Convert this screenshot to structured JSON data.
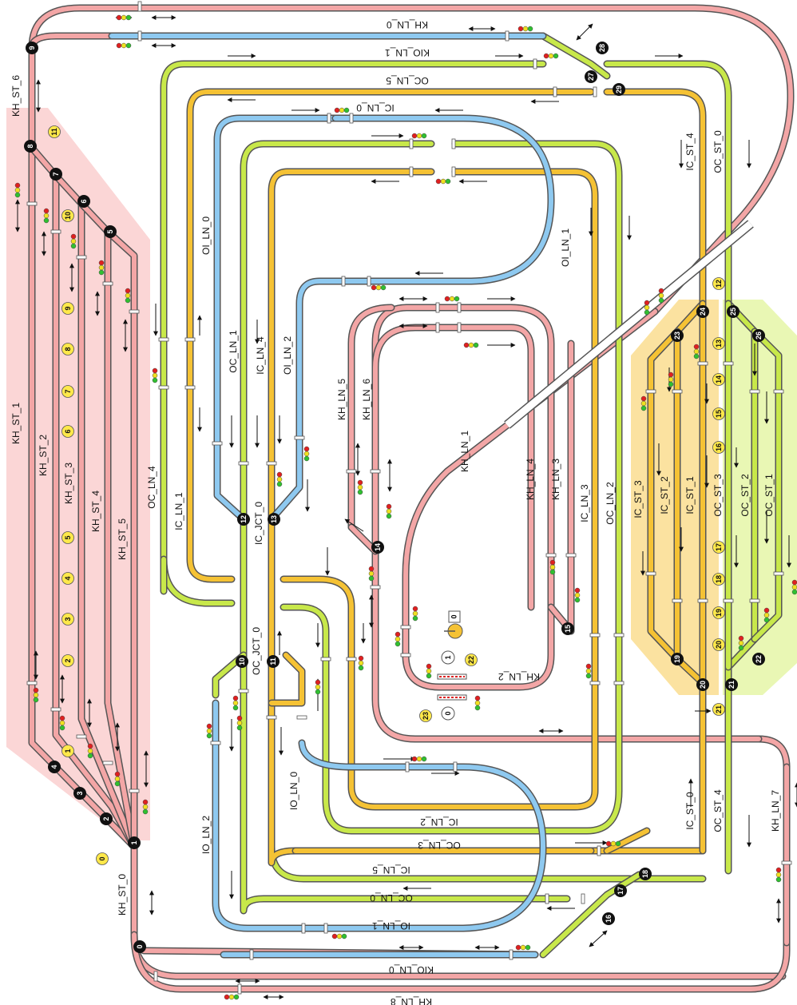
{
  "colors": {
    "kh": "#f3a6a6",
    "oc": "#c8e84a",
    "ic": "#f5c234",
    "oi": "#8ec9f0",
    "kh_zone": "#fbd6d6",
    "ic_zone": "#fbe2a0",
    "oc_zone": "#e9f7b4",
    "outline": "#555555",
    "node_dark": "#111111",
    "node_yellow": "#ffe84a"
  },
  "labels": {
    "KH_ST_6": "KH_ST_6",
    "KH_ST_1": "KH_ST_1",
    "KH_ST_2": "KH_ST_2",
    "KH_ST_3": "KH_ST_3",
    "KH_ST_4": "KH_ST_4",
    "KH_ST_5": "KH_ST_5",
    "KH_ST_0": "KH_ST_0",
    "KH_LN_0_top": "KH_LN_0",
    "KIO_LN_1_top": "KIO_LN_1",
    "OC_LN_5": "OC_LN_5",
    "IC_LN_0": "IC_LN_0",
    "IC_ST_4_top": "IC_ST_4",
    "OC_ST_0_top": "OC_ST_0",
    "OI_LN_0": "OI_LN_0",
    "OI_LN_1": "OI_LN_1",
    "OC_LN_1": "OC_LN_1",
    "IC_LN_4": "IC_LN_4",
    "OI_LN_2": "OI_LN_2",
    "KH_LN_5": "KH_LN_5",
    "KH_LN_6": "KH_LN_6",
    "KH_LN_1": "KH_LN_1",
    "KH_LN_4": "KH_LN_4",
    "KH_LN_3": "KH_LN_3",
    "IC_LN_3": "IC_LN_3",
    "OC_LN_2": "OC_LN_2",
    "OC_LN_4": "OC_LN_4",
    "IC_LN_1": "IC_LN_1",
    "IC_JCT_0": "IC_JCT_0",
    "OC_JCT_0": "OC_JCT_0",
    "IC_ST_3": "IC_ST_3",
    "IC_ST_2": "IC_ST_2",
    "IC_ST_1": "IC_ST_1",
    "OC_ST_3": "OC_ST_3",
    "OC_ST_2": "OC_ST_2",
    "OC_ST_1": "OC_ST_1",
    "KH_LN_2": "KH_LN_2",
    "IO_LN_0": "IO_LN_0",
    "IO_LN_2": "IO_LN_2",
    "IC_LN_2": "IC_LN_2",
    "OC_LN_3": "OC_LN_3",
    "IC_LN_5": "IC_LN_5",
    "OC_LN_0": "OC_LN_0",
    "IO_LN_1": "IO_LN_1",
    "KIO_LN_0": "KIO_LN_0",
    "KH_LN_8": "KH_LN_8",
    "IC_ST_0_bot": "IC_ST_0",
    "OC_ST_4_bot": "OC_ST_4",
    "KH_LN_7": "KH_LN_7"
  },
  "dark_nodes": [
    {
      "id": "n0",
      "label": "0"
    },
    {
      "id": "n1",
      "label": "1"
    },
    {
      "id": "n2",
      "label": "2"
    },
    {
      "id": "n3",
      "label": "3"
    },
    {
      "id": "n4",
      "label": "4"
    },
    {
      "id": "n5",
      "label": "5"
    },
    {
      "id": "n6",
      "label": "6"
    },
    {
      "id": "n7",
      "label": "7"
    },
    {
      "id": "n8",
      "label": "8"
    },
    {
      "id": "n9",
      "label": "9"
    },
    {
      "id": "n10",
      "label": "10"
    },
    {
      "id": "n11",
      "label": "11"
    },
    {
      "id": "n12",
      "label": "12"
    },
    {
      "id": "n13",
      "label": "13"
    },
    {
      "id": "n14",
      "label": "14"
    },
    {
      "id": "n15",
      "label": "15"
    },
    {
      "id": "n16",
      "label": "16"
    },
    {
      "id": "n17",
      "label": "17"
    },
    {
      "id": "n18",
      "label": "18"
    },
    {
      "id": "n19",
      "label": "19"
    },
    {
      "id": "n20",
      "label": "20"
    },
    {
      "id": "n21",
      "label": "21"
    },
    {
      "id": "n22",
      "label": "22"
    },
    {
      "id": "n23",
      "label": "23"
    },
    {
      "id": "n24",
      "label": "24"
    },
    {
      "id": "n25",
      "label": "25"
    },
    {
      "id": "n26",
      "label": "26"
    },
    {
      "id": "n27",
      "label": "27"
    },
    {
      "id": "n28",
      "label": "28"
    },
    {
      "id": "n29",
      "label": "29"
    }
  ],
  "yellow_nodes": [
    {
      "id": "y0",
      "label": "0"
    },
    {
      "id": "y1",
      "label": "1"
    },
    {
      "id": "y2",
      "label": "2"
    },
    {
      "id": "y3",
      "label": "3"
    },
    {
      "id": "y4",
      "label": "4"
    },
    {
      "id": "y5",
      "label": "5"
    },
    {
      "id": "y6",
      "label": "6"
    },
    {
      "id": "y7",
      "label": "7"
    },
    {
      "id": "y8",
      "label": "8"
    },
    {
      "id": "y9",
      "label": "9"
    },
    {
      "id": "y10",
      "label": "10"
    },
    {
      "id": "y11",
      "label": "11"
    },
    {
      "id": "y12",
      "label": "12"
    },
    {
      "id": "y13",
      "label": "13"
    },
    {
      "id": "y14",
      "label": "14"
    },
    {
      "id": "y15",
      "label": "15"
    },
    {
      "id": "y16",
      "label": "16"
    },
    {
      "id": "y17",
      "label": "17"
    },
    {
      "id": "y18",
      "label": "18"
    },
    {
      "id": "y19",
      "label": "19"
    },
    {
      "id": "y20",
      "label": "20"
    },
    {
      "id": "y21",
      "label": "21"
    },
    {
      "id": "y22",
      "label": "22"
    },
    {
      "id": "y23",
      "label": "23"
    }
  ],
  "white_nodes": [
    {
      "id": "w0",
      "label": "0"
    },
    {
      "id": "w1",
      "label": "1"
    }
  ],
  "turntable_label": "0"
}
